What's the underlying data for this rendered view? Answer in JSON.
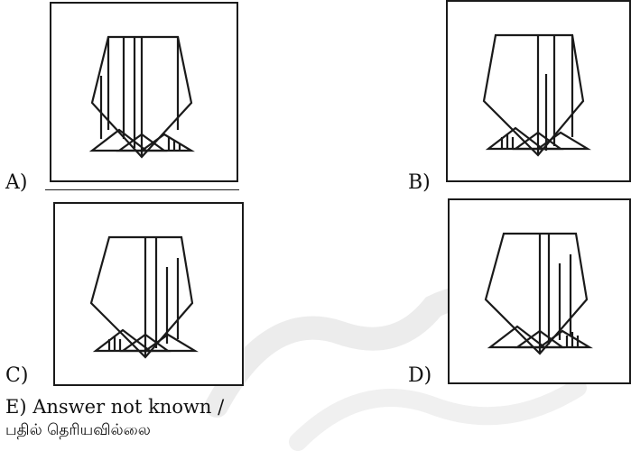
{
  "options": {
    "a_label": "A)",
    "b_label": "B)",
    "c_label": "C)",
    "d_label": "D)",
    "e_text": "E) Answer not known /",
    "e_text_tamil": "பதில் தெரியவில்லை"
  },
  "colors": {
    "stroke": "#1a1a1a",
    "watermark": "#ececec",
    "background": "#ffffff"
  },
  "icons": {
    "figure": "pentagon-with-triangles-figure"
  }
}
